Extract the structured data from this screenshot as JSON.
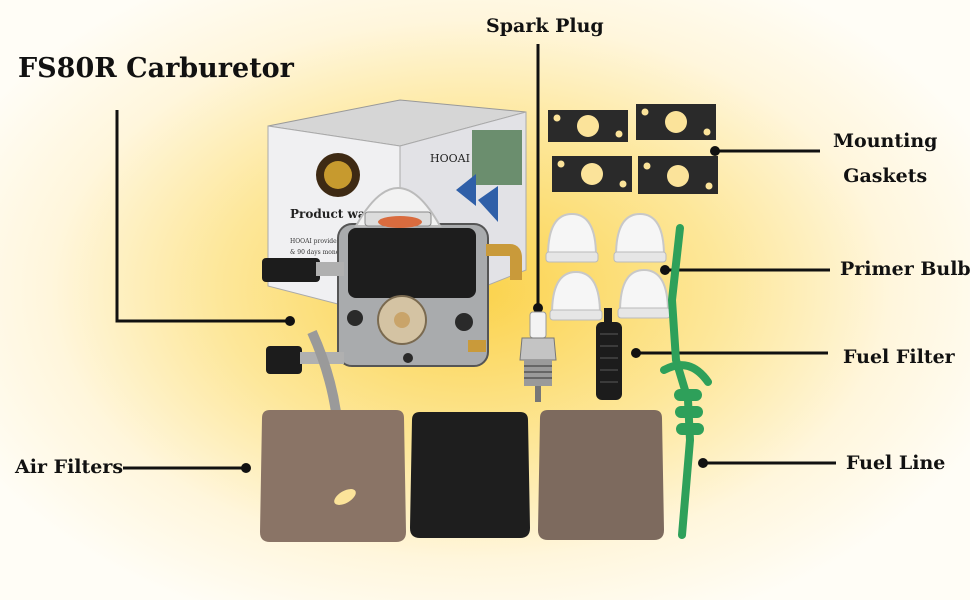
{
  "title": "FS80R Carburetor",
  "labels": {
    "spark_plug": "Spark Plug",
    "mounting_line1": "Mounting",
    "mounting_line2": "Gaskets",
    "primer_bulb": "Primer Bulb",
    "fuel_filter": "Fuel Filter",
    "fuel_line": "Fuel Line",
    "air_filters": "Air Filters"
  },
  "box": {
    "brand": "HOOAI",
    "heading": "Product wa",
    "line1": "HOOAI provides ca",
    "line2": "& 90 days money bac"
  },
  "colors": {
    "callout": "#111111",
    "filter_brown": "#8a7466",
    "filter_black": "#1e1e1e",
    "fuel_line_green": "#2ea05a",
    "gasket": "#2a2a2a"
  }
}
